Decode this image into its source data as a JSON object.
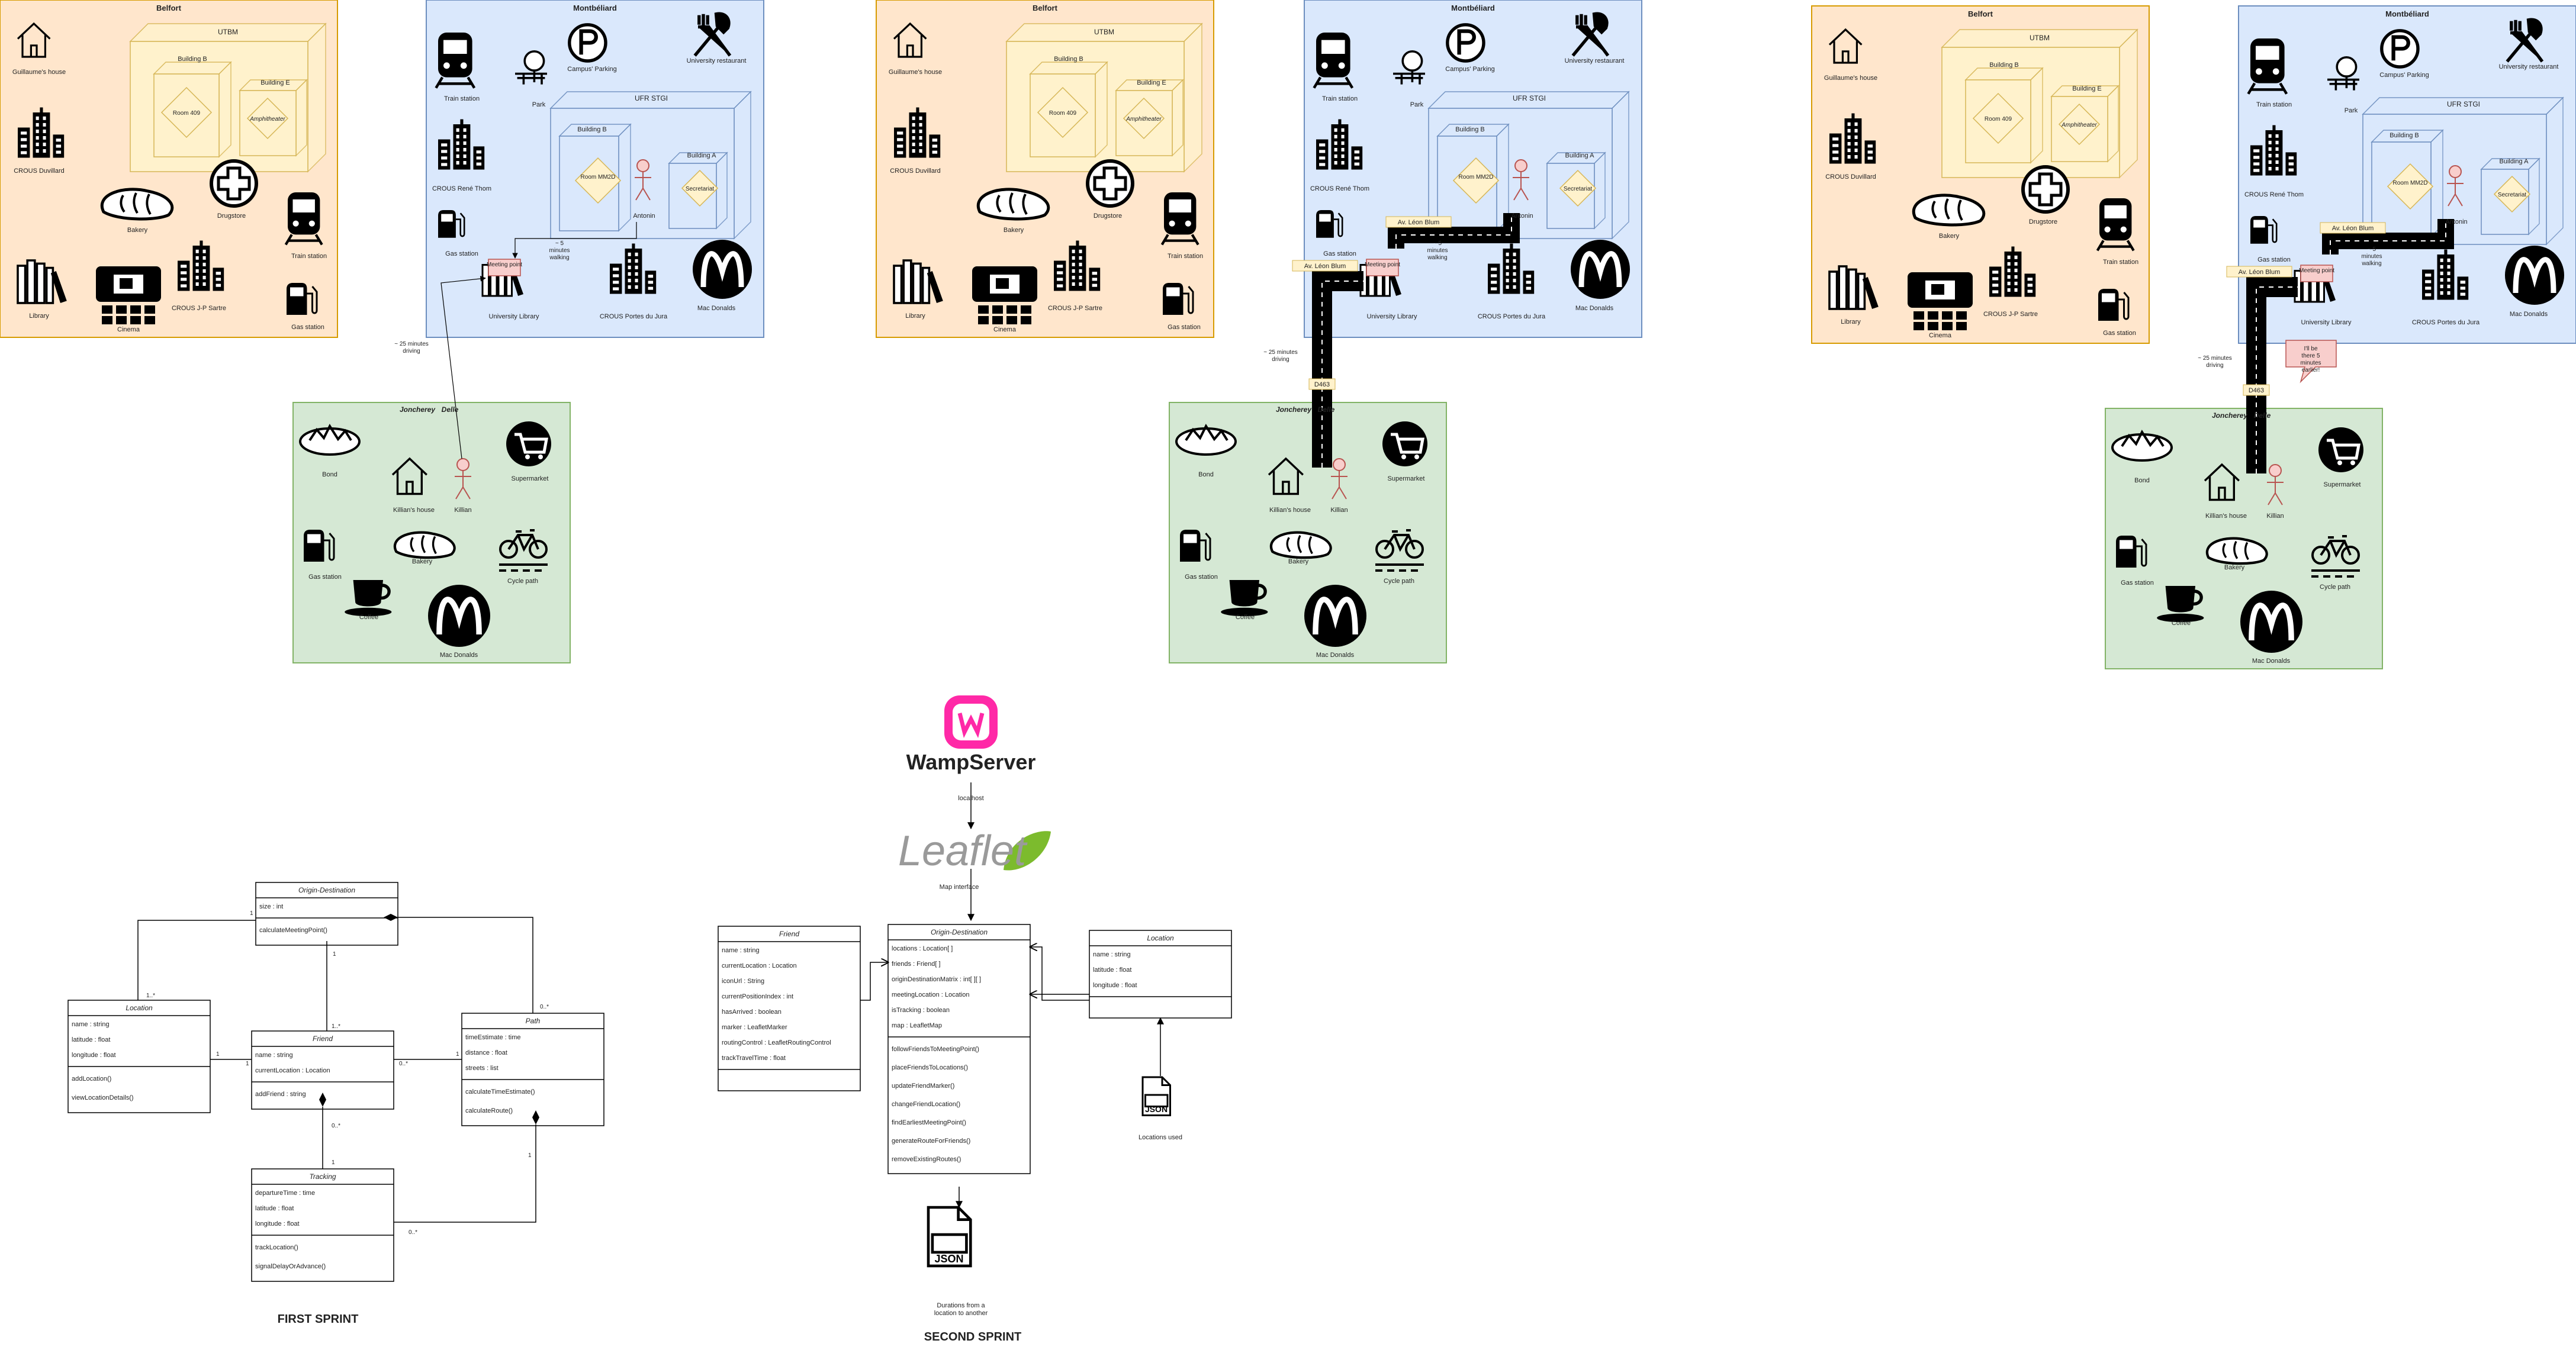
{
  "colors": {
    "belfort_fill": "#ffe6cc",
    "belfort_stroke": "#d79b00",
    "montbeliard_fill": "#dae8fc",
    "montbeliard_stroke": "#6c8ebf",
    "joncherey_fill": "#d5e8d4",
    "joncherey_stroke": "#82b366",
    "utbm_fill": "#fff2cc",
    "utbm_stroke": "#d6b656",
    "ufr_fill": "#dae8fc",
    "ufr_stroke": "#6c8ebf",
    "road": "#000000",
    "road_label_fill": "#fff2cc",
    "road_label_stroke": "#d6b656",
    "meeting_fill": "#f8cecc",
    "meeting_stroke": "#b85450",
    "person_fill": "#f8cecc",
    "person_stroke": "#b85450",
    "wamp_brand": "#ff29a7",
    "leaflet_green": "#7cbb2d"
  },
  "belfort": {
    "title": "Belfort",
    "utbm": "UTBM",
    "building_b": "Building B",
    "room_409": "Room 409",
    "building_e": "Building E",
    "amphitheater": "Amphitheater",
    "items": [
      "Guillaume's house",
      "CROUS Duvillard",
      "Bakery",
      "Drugstore",
      "Train station",
      "Library",
      "Cinema",
      "CROUS J-P Sartre",
      "Gas station"
    ]
  },
  "montbeliard": {
    "title": "Montbéliard",
    "items": [
      "Train station",
      "Park",
      "Campus' Parking",
      "University restaurant",
      "CROUS René Thom",
      "Gas station",
      "University Library",
      "CROUS Portes du Jura",
      "Mac Donalds"
    ],
    "ufr": "UFR STGI",
    "building_b": "Building B",
    "room_mm2d": "Room MM2D",
    "building_a": "Building A",
    "secretariat": "Secretariat",
    "antonin": "Antonin",
    "meeting_point": "Meeting point",
    "walk_5": "~ 5 minutes walking"
  },
  "joncherey": {
    "title": "Joncherey",
    "title_italic": "Delle",
    "items": [
      "Bond",
      "Killian's house",
      "Killian",
      "Supermarket",
      "Gas station",
      "Bakery",
      "Cycle path",
      "Coffee",
      "Mac Donalds"
    ]
  },
  "route": {
    "drive_25": "~ 25 minutes driving",
    "road_leon_blum": "Av. Léon Blum",
    "road_d463": "D463",
    "speech": "I'll be there 5 minutes earlier!"
  },
  "stack": {
    "wamp": "WampServer",
    "localhost": "localhost",
    "leaflet": "Leaflet",
    "map_interface": "Map interface"
  },
  "sprint1": {
    "label": "FIRST SPRINT",
    "origin": {
      "title": "Origin-Destination",
      "attrs": [
        "size : int"
      ],
      "methods": [
        "calculateMeetingPoint()"
      ]
    },
    "location": {
      "title": "Location",
      "attrs": [
        "name : string",
        "latitude : float",
        "longitude : float"
      ],
      "methods": [
        "addLocation()",
        "viewLocationDetails()"
      ]
    },
    "friend": {
      "title": "Friend",
      "attrs": [
        "name : string",
        "currentLocation : Location"
      ],
      "methods": [
        "addFriend : string"
      ]
    },
    "path": {
      "title": "Path",
      "attrs": [
        "timeEstimate : time",
        "distance : float",
        "streets : list"
      ],
      "methods": [
        "calculateTimeEstimate()",
        "calculateRoute()"
      ]
    },
    "tracking": {
      "title": "Tracking",
      "attrs": [
        "departureTime : time",
        "latitude : float",
        "longitude : float"
      ],
      "methods": [
        "trackLocation()",
        "signalDelayOrAdvance()"
      ]
    },
    "mult": {
      "one": "1",
      "star": "1..*",
      "zero_star": "0..*"
    }
  },
  "sprint2": {
    "label": "SECOND SPRINT",
    "friend": {
      "title": "Friend",
      "attrs": [
        "name : string",
        "currentLocation : Location",
        "iconUrl : String",
        "currentPositionIndex : int",
        "hasArrived : boolean",
        "marker : LeafletMarker",
        "routingControl : LeafletRoutingControl",
        "trackTravelTime : float"
      ]
    },
    "origin": {
      "title": "Origin-Destination",
      "attrs": [
        "locations : Location[ ]",
        "friends : Friend[ ]",
        "originDestinationMatrix : int[ ][ ]",
        "meetingLocation : Location",
        "isTracking : boolean",
        "map : LeafletMap"
      ],
      "methods": [
        "followFriendsToMeetingPoint()",
        "placeFriendsToLocations()",
        "updateFriendMarker()",
        "changeFriendLocation()",
        "findEarliestMeetingPoint()",
        "generateRouteForFriends()",
        "removeExistingRoutes()"
      ]
    },
    "location": {
      "title": "Location",
      "attrs": [
        "name : string",
        "latitude : float",
        "longitude : float"
      ]
    },
    "json_badge": "JSON",
    "locations_used": "Locations used",
    "durations": "Durations from  a location to another"
  }
}
